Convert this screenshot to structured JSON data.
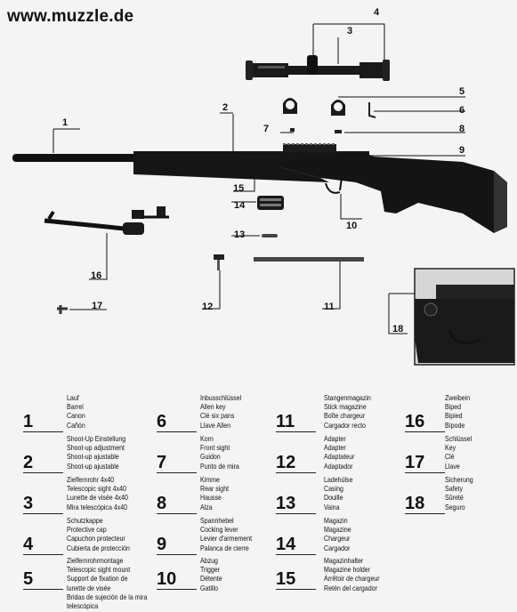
{
  "site": "www.muzzle.de",
  "callouts": [
    "1",
    "2",
    "3",
    "4",
    "5",
    "6",
    "7",
    "8",
    "9",
    "10",
    "11",
    "12",
    "13",
    "14",
    "15",
    "16",
    "17",
    "18"
  ],
  "legend": [
    {
      "number": "1",
      "terms": [
        "Lauf",
        "Barrel",
        "Canon",
        "Cañón"
      ]
    },
    {
      "number": "2",
      "terms": [
        "Shoot-Up Einstellung",
        "Shoot-up adjustment",
        "Shoot-up ajustable",
        "Shoot-up ajustable"
      ]
    },
    {
      "number": "3",
      "terms": [
        "Zielfernrohr 4x40",
        "Telescopic sight 4x40",
        "Lunette de visée 4x40",
        "Mira telescópica 4x40"
      ]
    },
    {
      "number": "4",
      "terms": [
        "Schutzkappe",
        "Protective cap",
        "Capuchon protecteur",
        "Cubierta de protección"
      ]
    },
    {
      "number": "5",
      "terms": [
        "Zielfernrohrmontage",
        "Telescopic sight mount",
        "Support de fixation de",
        "lunette de visée",
        "Bridas de sujeción de la mira",
        "telescópica"
      ]
    },
    {
      "number": "6",
      "terms": [
        "Inbusschlüssel",
        "Allen key",
        "Clé six pans",
        "Llave Allen"
      ]
    },
    {
      "number": "7",
      "terms": [
        "Korn",
        "Front sight",
        "Guidon",
        "Punto de mira"
      ]
    },
    {
      "number": "8",
      "terms": [
        "Kimme",
        "Rear sight",
        "Hausse",
        "Alza"
      ]
    },
    {
      "number": "9",
      "terms": [
        "Spannhebel",
        "Cocking lever",
        "Levier d'armement",
        "Palanca de cierre"
      ]
    },
    {
      "number": "10",
      "terms": [
        "Abzug",
        "Trigger",
        "Détente",
        "Gatillo"
      ]
    },
    {
      "number": "11",
      "terms": [
        "Stangenmagazin",
        "Stick magazine",
        "Boîte chargeur",
        "Cargador recto"
      ]
    },
    {
      "number": "12",
      "terms": [
        "Adapter",
        "Adapter",
        "Adaptateur",
        "Adaptador"
      ]
    },
    {
      "number": "13",
      "terms": [
        "Ladehülse",
        "Casing",
        "Douille",
        "Vaina"
      ]
    },
    {
      "number": "14",
      "terms": [
        "Magazin",
        "Magazine",
        "Chargeur",
        "Cargador"
      ]
    },
    {
      "number": "15",
      "terms": [
        "Magazinhalter",
        "Magazine holder",
        "Arrêtoir de chargeur",
        "Retén del cargador"
      ]
    },
    {
      "number": "16",
      "terms": [
        "Zweibein",
        "Biped",
        "Bipied",
        "Bípode"
      ]
    },
    {
      "number": "17",
      "terms": [
        "Schlüssel",
        "Key",
        "Clé",
        "Llave"
      ]
    },
    {
      "number": "18",
      "terms": [
        "Sicherung",
        "Safety",
        "Sûreté",
        "Seguro"
      ]
    }
  ]
}
